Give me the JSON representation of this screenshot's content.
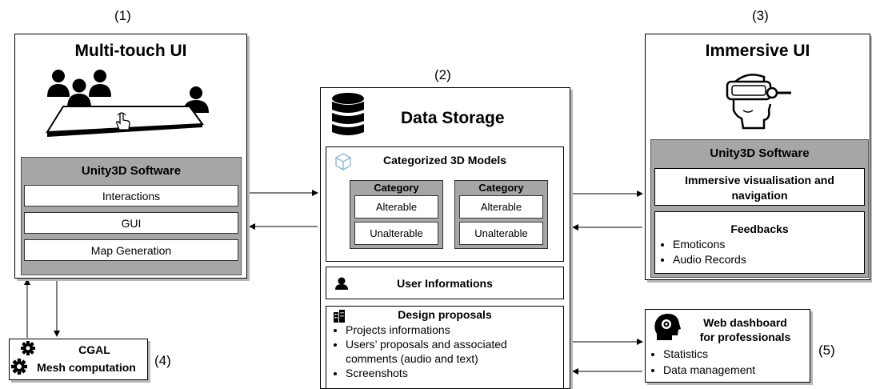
{
  "labels": {
    "n1": "(1)",
    "n2": "(2)",
    "n3": "(3)",
    "n4": "(4)",
    "n5": "(5)"
  },
  "multitouch": {
    "title": "Multi-touch UI",
    "software_title": "Unity3D Software",
    "items": [
      "Interactions",
      "GUI",
      "Map Generation"
    ]
  },
  "storage": {
    "title": "Data Storage",
    "models_title": "Categorized 3D Models",
    "categories": [
      {
        "header": "Category",
        "items": [
          "Alterable",
          "Unalterable"
        ]
      },
      {
        "header": "Category",
        "items": [
          "Alterable",
          "Unalterable"
        ]
      }
    ],
    "user_info": "User Informations",
    "design_title": "Design proposals",
    "design_items": [
      "Projects informations",
      "Users’ proposals and associated comments (audio and text)",
      "Screenshots"
    ]
  },
  "immersive": {
    "title": "Immersive UI",
    "software_title": "Unity3D Software",
    "visual": "Immersive visualisation and navigation",
    "feedback_title": "Feedbacks",
    "feedback_items": [
      "Emoticons",
      "Audio Records"
    ]
  },
  "cgal": {
    "line1": "CGAL",
    "line2": "Mesh computation"
  },
  "dashboard": {
    "line1": "Web dashboard",
    "line2": "for professionals",
    "items": [
      "Statistics",
      "Data management"
    ]
  }
}
